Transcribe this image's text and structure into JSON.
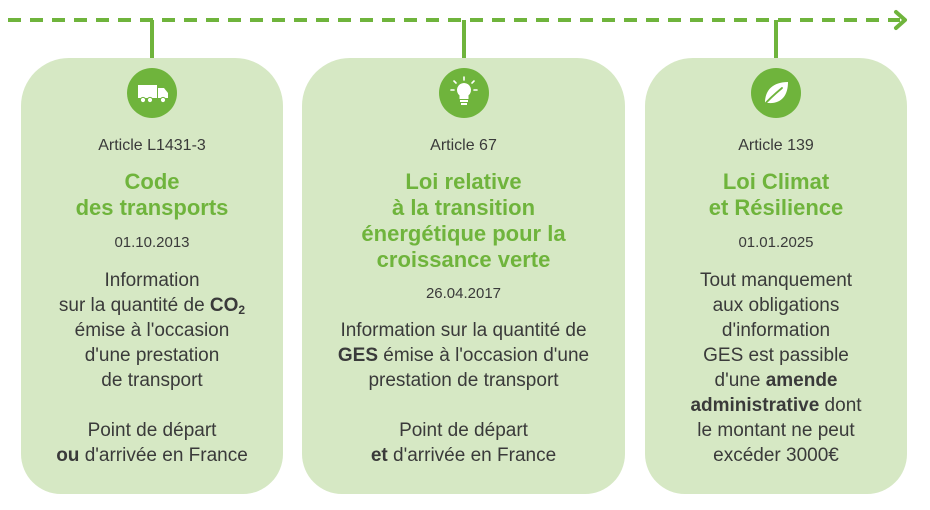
{
  "cards": [
    {
      "icon": "truck-icon",
      "article": "Article L1431-3",
      "title_line1": "Code",
      "title_line2": "des transports",
      "date": "01.10.2013",
      "desc_l1": "Information",
      "desc_l2_pre": "sur la quantité de ",
      "desc_l2_bold": "CO",
      "desc_l2_sub": "2",
      "desc_l3": "émise à l'occasion",
      "desc_l4": "d'une prestation",
      "desc_l5": "de transport",
      "desc2_l1": "Point de départ",
      "desc2_l2_bold": "ou",
      "desc2_l2_rest": " d'arrivée en France"
    },
    {
      "icon": "lightbulb-icon",
      "article": "Article 67",
      "title_line1": "Loi relative",
      "title_line2": "à la transition",
      "title_line3": "énergétique pour la",
      "title_line4": "croissance verte",
      "date": "26.04.2017",
      "desc_l1": "Information sur la quantité de",
      "desc_l2_bold": "GES",
      "desc_l2_rest": " émise à l'occasion d'une",
      "desc_l3": "prestation de transport",
      "desc2_l1": "Point de départ",
      "desc2_l2_bold": "et",
      "desc2_l2_rest": " d'arrivée en France"
    },
    {
      "icon": "leaf-icon",
      "article": "Article 139",
      "title_line1": "Loi Climat",
      "title_line2": "et Résilience",
      "date": "01.01.2025",
      "desc_l1": "Tout manquement",
      "desc_l2": "aux obligations",
      "desc_l3": "d'information",
      "desc_l4": "GES est passible",
      "desc_l5_pre": "d'une ",
      "desc_l5_bold": "amende",
      "desc_l6_bold": "administrative",
      "desc_l6_rest": " dont",
      "desc_l7": "le montant ne peut",
      "desc_l8": "excéder 3000€"
    }
  ],
  "colors": {
    "accent": "#6fb43c",
    "card_bg": "#d6e8c4",
    "text": "#3a3a3a"
  }
}
